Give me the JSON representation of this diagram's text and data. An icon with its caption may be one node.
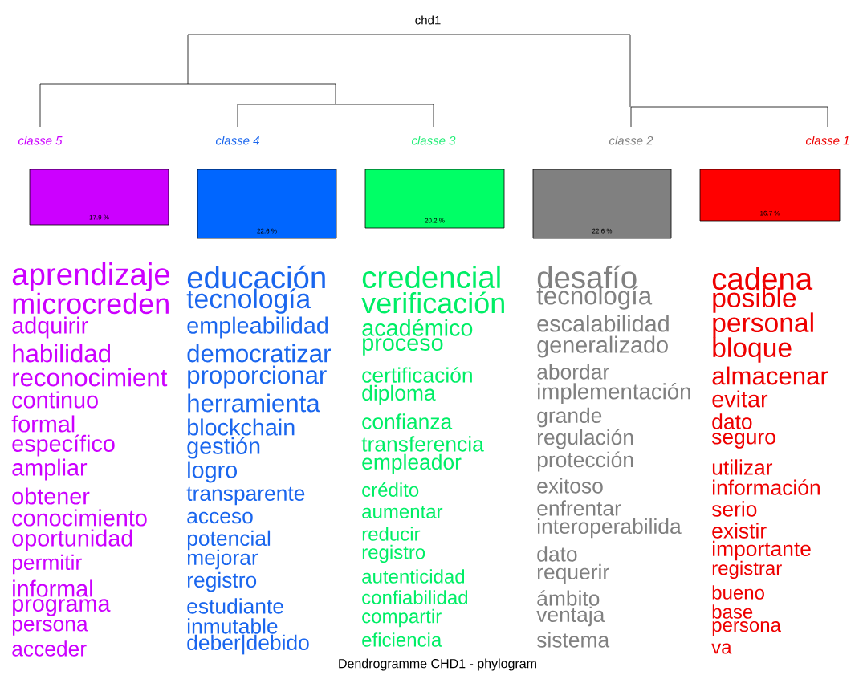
{
  "diagram": {
    "title": "chd1",
    "caption": "Dendrogramme CHD1 - phylogram",
    "nodes": [
      {
        "text": [
          "17.9 %"
        ],
        "beside": [
          "classe  5"
        ]
      },
      {
        "text": [
          "22.6 %"
        ],
        "beside": [
          "classe  4"
        ]
      },
      {
        "text": [
          "20.2 %"
        ],
        "beside": [
          "classe  3"
        ]
      },
      {
        "text": [
          "22.6 %"
        ],
        "beside": [
          "classe  2"
        ]
      },
      {
        "text": [
          "16.7 %"
        ],
        "beside": [
          "classe  1"
        ]
      }
    ],
    "labels": [
      "aprendizaje",
      "microcreden",
      "adquirir",
      "habilidad",
      "reconocimient",
      "continuo",
      "formal",
      "específico",
      "ampliar",
      "obtener",
      "conocimiento",
      "oportunidad",
      "permitir",
      "informal",
      "programa",
      "persona",
      "acceder",
      "educación",
      "tecnología",
      "empleabilidad",
      "democratizar",
      "proporcionar",
      "herramienta",
      "blockchain",
      "gestión",
      "logro",
      "transparente",
      "acceso",
      "potencial",
      "mejorar",
      "registro",
      "estudiante",
      "inmutable",
      "deber|debido",
      "credencial",
      "verificación",
      "académico",
      "proceso",
      "certificación",
      "diploma",
      "confianza",
      "transferencia",
      "empleador",
      "crédito",
      "aumentar",
      "reducir",
      "registro",
      "autenticidad",
      "confiabilidad",
      "compartir",
      "eficiencia",
      "desafío",
      "tecnología",
      "escalabilidad",
      "generalizado",
      "abordar",
      "implementación",
      "grande",
      "regulación",
      "protección",
      "exitoso",
      "enfrentar",
      "interoperabilida",
      "dato",
      "requerir",
      "ámbito",
      "ventaja",
      "sistema",
      "cadena",
      "posible",
      "personal",
      "bloque",
      "almacenar",
      "evitar",
      "dato",
      "seguro",
      "utilizar",
      "información",
      "serio",
      "existir",
      "importante",
      "registrar",
      "bueno",
      "base",
      "persona",
      "va"
    ]
  }
}
